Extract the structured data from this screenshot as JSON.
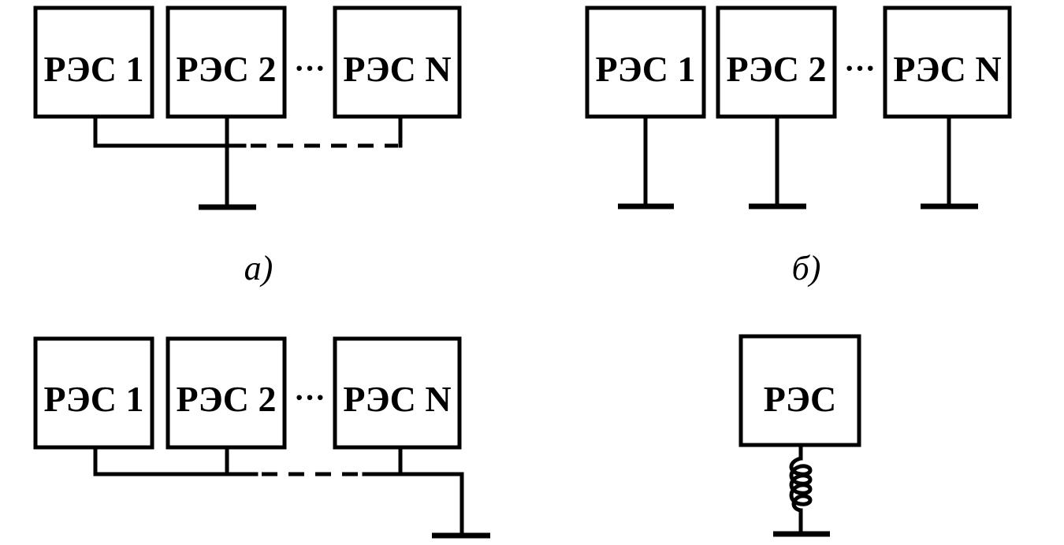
{
  "panel_a": {
    "boxes": [
      "РЭС 1",
      "РЭС 2",
      "РЭС N"
    ],
    "ellipsis": "···",
    "caption": "а)"
  },
  "panel_b": {
    "boxes": [
      "РЭС 1",
      "РЭС 2",
      "РЭС N"
    ],
    "ellipsis": "···",
    "caption": "б)"
  },
  "panel_c": {
    "boxes": [
      "РЭС 1",
      "РЭС 2",
      "РЭС N"
    ],
    "ellipsis": "···"
  },
  "panel_d": {
    "box": "РЭС"
  }
}
